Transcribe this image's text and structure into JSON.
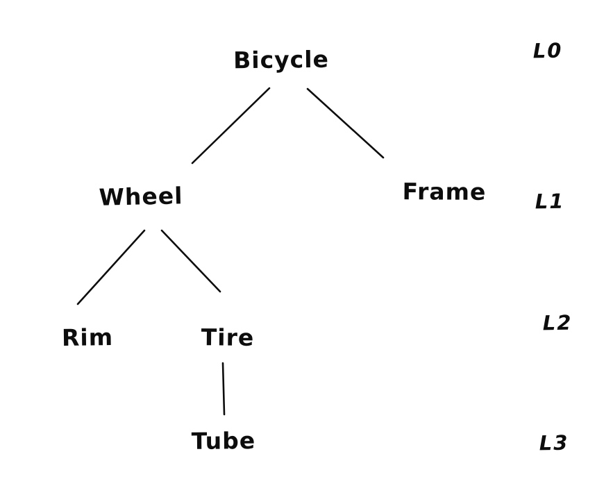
{
  "diagram": {
    "type": "tree",
    "style": "hand-drawn-sketch",
    "colors": {
      "ink": "#0d0d0d",
      "background": "#ffffff"
    },
    "nodes": [
      {
        "id": "bicycle",
        "label": "Bicycle",
        "level": 0
      },
      {
        "id": "wheel",
        "label": "Wheel",
        "level": 1
      },
      {
        "id": "frame",
        "label": "Frame",
        "level": 1
      },
      {
        "id": "rim",
        "label": "Rim",
        "level": 2
      },
      {
        "id": "tire",
        "label": "Tire",
        "level": 2
      },
      {
        "id": "tube",
        "label": "Tube",
        "level": 3
      }
    ],
    "edges": [
      {
        "from": "bicycle",
        "to": "wheel"
      },
      {
        "from": "bicycle",
        "to": "frame"
      },
      {
        "from": "wheel",
        "to": "rim"
      },
      {
        "from": "wheel",
        "to": "tire"
      },
      {
        "from": "tire",
        "to": "tube"
      }
    ],
    "level_labels": [
      {
        "label": "L0"
      },
      {
        "label": "L1"
      },
      {
        "label": "L2"
      },
      {
        "label": "L3"
      }
    ]
  }
}
